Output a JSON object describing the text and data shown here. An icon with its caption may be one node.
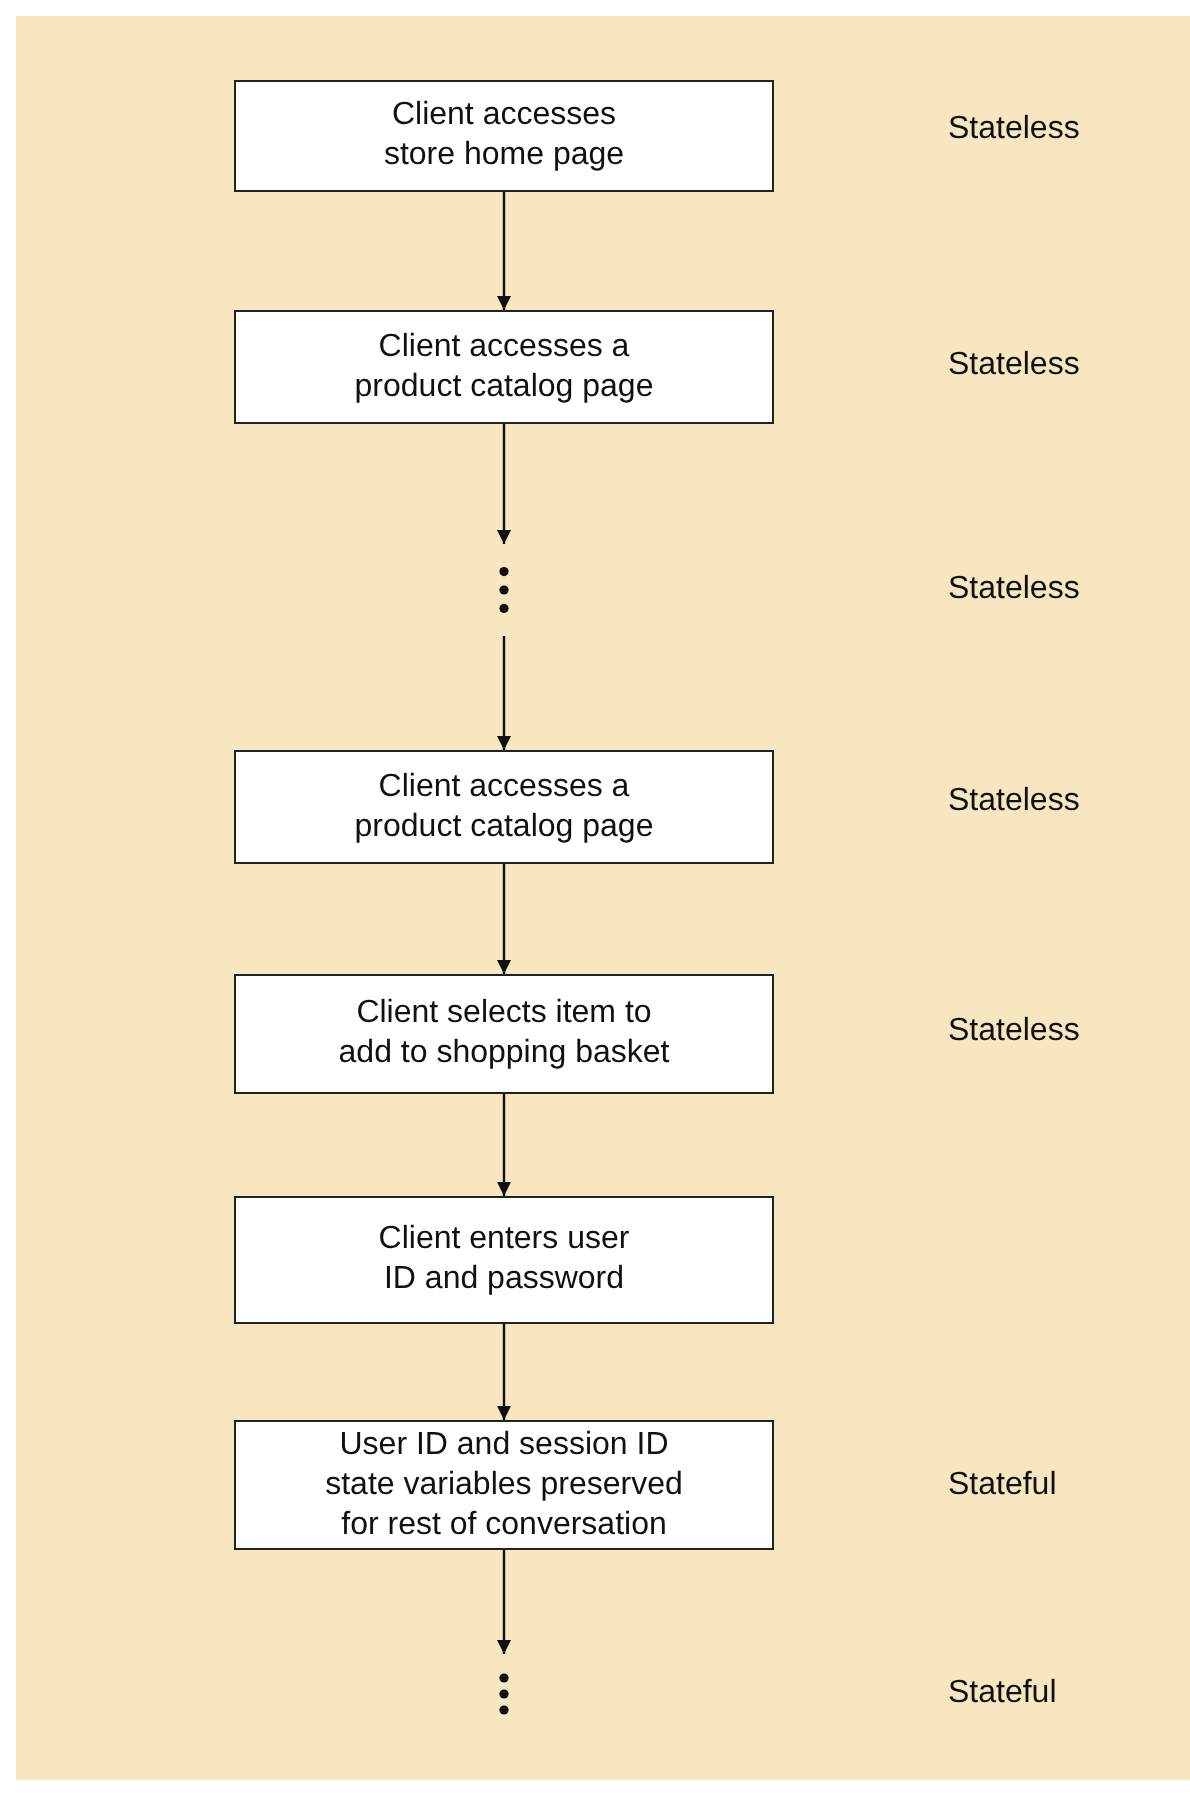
{
  "diagram": {
    "nodes": [
      {
        "text": [
          "Client accesses store home page"
        ]
      },
      {
        "text": [
          "Client accesses a product catalog page"
        ]
      },
      {
        "text": [],
        "shape": "dots"
      },
      {
        "text": [
          "Client accesses a product catalog page"
        ]
      },
      {
        "text": [
          "Client selects item to add to shopping basket"
        ]
      },
      {
        "text": [
          "Client enters user ID and password"
        ]
      },
      {
        "text": [
          "User ID and session ID state variables preserved for rest of conversation"
        ]
      },
      {
        "text": [],
        "shape": "dots"
      }
    ],
    "edges": [
      {
        "from": 0,
        "to": 1,
        "arrow": "to"
      },
      {
        "from": 1,
        "to": 2,
        "arrow": "to"
      },
      {
        "from": 2,
        "to": 3,
        "arrow": "to"
      },
      {
        "from": 3,
        "to": 4,
        "arrow": "to"
      },
      {
        "from": 4,
        "to": 5,
        "arrow": "to"
      },
      {
        "from": 5,
        "to": 6,
        "arrow": "to"
      },
      {
        "from": 6,
        "to": 7,
        "arrow": "to"
      }
    ],
    "labels": [
      "Stateless",
      "Stateless",
      "Stateless",
      "Stateless",
      "Stateless",
      "Stateful",
      "Stateful"
    ]
  }
}
